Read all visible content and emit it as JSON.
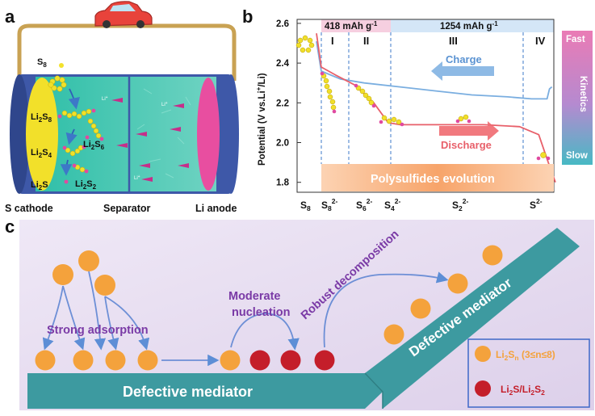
{
  "panel_a": {
    "letter": "a",
    "labels": {
      "s8": "S",
      "s8_sub": "8",
      "li2s8": "Li",
      "li2s8_sub2": "2",
      "li2s8_s": "S",
      "li2s8_sub8": "8",
      "li2s4": "Li",
      "li2s4_sub2": "2",
      "li2s4_s": "S",
      "li2s4_sub4": "4",
      "li2s6": "Li",
      "li2s6_sub2": "2",
      "li2s6_s": "S",
      "li2s6_sub6": "6",
      "li2s": "Li",
      "li2s_sub2": "2",
      "li2s_s": "S",
      "li2s2": "Li",
      "li2s2_sub2": "2",
      "li2s2_s": "S",
      "li2s2_sub2b": "2",
      "li_plus": "Li",
      "li_plus_sup": "+"
    },
    "bottom_labels": {
      "cathode": "S cathode",
      "separator": "Separator",
      "anode": "Li anode"
    },
    "colors": {
      "cathode": "#f2e02a",
      "electrolyte": "#3cc2b0",
      "anode": "#e84ea0",
      "can": "#3e58a8",
      "wire": "#c9a253",
      "car": "#e8433b"
    }
  },
  "panel_b": {
    "letter": "b",
    "capacity_left": "418 mAh g",
    "capacity_left_sup": "-1",
    "capacity_right": "1254 mAh g",
    "capacity_right_sup": "-1",
    "regions": [
      "I",
      "II",
      "III",
      "IV"
    ],
    "charge_label": "Charge",
    "discharge_label": "Discharge",
    "evolution_label": "Polysulfides evolution",
    "kinetics": {
      "fast": "Fast",
      "mid": "Kinetics",
      "slow": "Slow"
    },
    "species": [
      {
        "base": "S",
        "sub": "8",
        "sup": ""
      },
      {
        "base": "S",
        "sub": "8",
        "sup": "2-"
      },
      {
        "base": "S",
        "sub": "6",
        "sup": "2-"
      },
      {
        "base": "S",
        "sub": "4",
        "sup": "2-"
      },
      {
        "base": "S",
        "sub": "2",
        "sup": "2-"
      },
      {
        "base": "S",
        "sub": "",
        "sup": "2-"
      }
    ],
    "colors": {
      "charge": "#7aaee0",
      "discharge": "#e8606a",
      "evolution": "#f7a46a"
    }
  },
  "chart_data": {
    "type": "line",
    "title": "",
    "ylabel": "Potential (V vs.Li⁺/Li)",
    "xlabel": "",
    "ylim": [
      1.75,
      2.62
    ],
    "yticks": [
      "2.6",
      "2.4",
      "2.2",
      "2.0",
      "1.8"
    ],
    "series": [
      {
        "name": "Charge",
        "x": [
          0,
          0.02,
          0.1,
          0.2,
          0.35,
          0.5,
          0.65,
          0.8,
          0.9,
          0.965,
          0.975,
          0.985
        ],
        "values": [
          2.51,
          2.36,
          2.32,
          2.3,
          2.28,
          2.26,
          2.24,
          2.23,
          2.22,
          2.22,
          2.27,
          2.28
        ]
      },
      {
        "name": "Discharge",
        "x": [
          0,
          0.02,
          0.08,
          0.16,
          0.24,
          0.3,
          0.35,
          0.5,
          0.7,
          0.85,
          0.93,
          0.97,
          1.0
        ],
        "values": [
          2.55,
          2.38,
          2.34,
          2.29,
          2.2,
          2.1,
          2.09,
          2.09,
          2.09,
          2.08,
          2.04,
          1.9,
          1.8
        ]
      }
    ]
  },
  "panel_c": {
    "letter": "c",
    "labels": {
      "strong_adsorption": "Strong adsorption",
      "moderate": "Moderate",
      "nucleation": "nucleation",
      "robust": "Robust decomposition",
      "mediator_flat": "Defective mediator",
      "mediator_ramp": "Defective mediator"
    },
    "legend": {
      "lipoly_base": "Li",
      "lipoly_sub2": "2",
      "lipoly_s": "S",
      "lipoly_subn": "n",
      "lipoly_range": " (3≤n≤8)",
      "li2s_base": "Li",
      "li2s_sub2": "2",
      "li2s_mid": "S/Li",
      "li2s_sub2b": "2",
      "li2s_s": "S",
      "li2s_sub2c": "2"
    },
    "colors": {
      "mediator": "#3d9aa0",
      "lipoly": "#f4a23c",
      "li2s": "#c41e2a",
      "text": "#7a3aa6",
      "background": "#e6dcf0"
    }
  }
}
